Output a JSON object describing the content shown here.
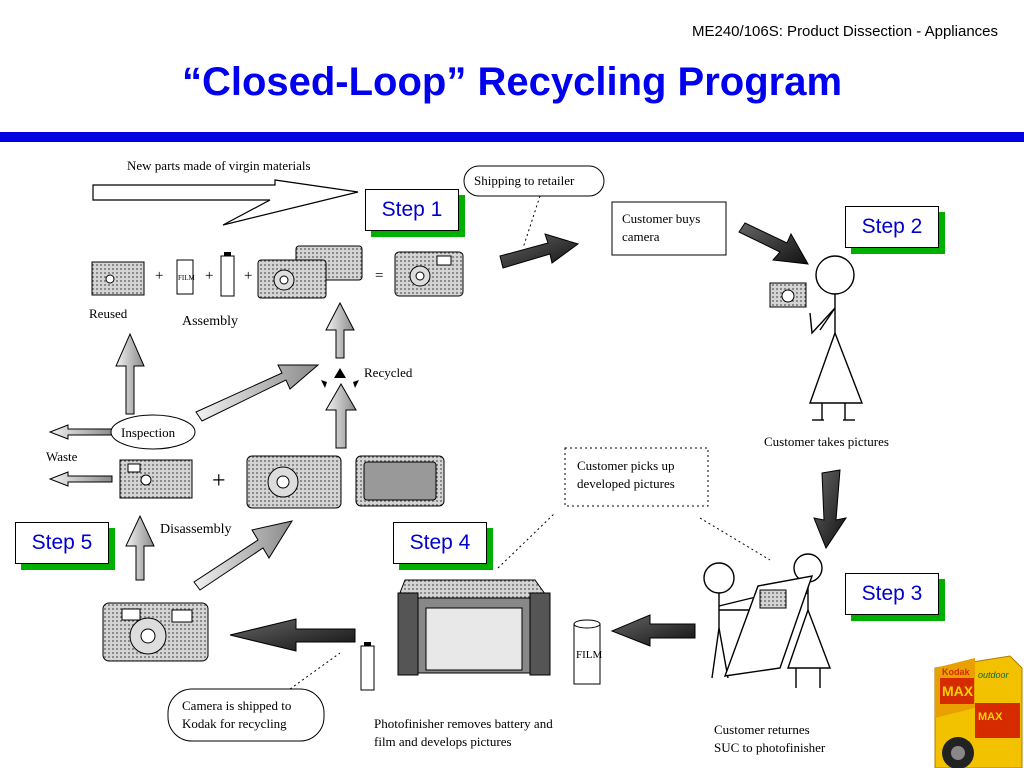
{
  "header": {
    "course": "ME240/106S: Product Dissection - Appliances",
    "title": "“Closed-Loop” Recycling Program"
  },
  "diagram": {
    "labels": {
      "new_parts": "New parts made of virgin materials",
      "shipping": "Shipping to retailer",
      "customer_buys_1": "Customer buys",
      "customer_buys_2": "camera",
      "reused": "Reused",
      "assembly": "Assembly",
      "recycled": "Recycled",
      "inspection": "Inspection",
      "waste": "Waste",
      "disassembly": "Disassembly",
      "customer_takes": "Customer takes pictures",
      "picks_up_1": "Customer picks up",
      "picks_up_2": "developed pictures",
      "shipped_1": "Camera is shipped to",
      "shipped_2": "Kodak for recycling",
      "photofinisher_1": "Photofinisher removes battery and",
      "photofinisher_2": "film and develops pictures",
      "returns_1": "Customer returnes",
      "returns_2": "SUC to photofinisher",
      "film": "FILM",
      "battery": "Battery",
      "plus": "+",
      "equals": "="
    },
    "steps": {
      "step1": "Step 1",
      "step2": "Step 2",
      "step3": "Step 3",
      "step4": "Step 4",
      "step5": "Step 5"
    },
    "kodak_box": {
      "brand": "Kodak",
      "product": "MAX",
      "sub": "outdoor"
    }
  }
}
